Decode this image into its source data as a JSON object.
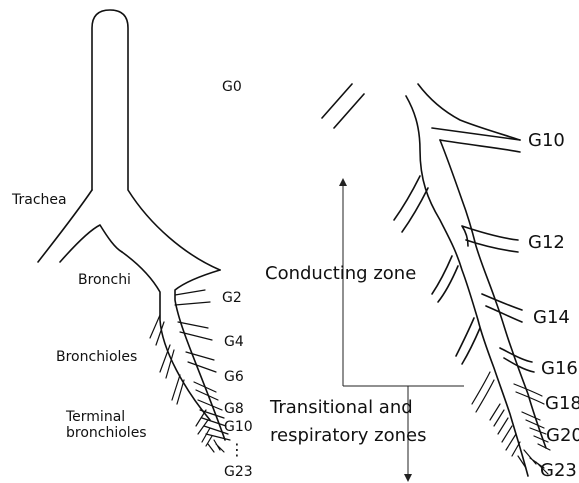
{
  "left_panel": {
    "generation_top": "G0",
    "labels": {
      "trachea": "Trachea",
      "bronchi": "Bronchi",
      "bronchioles": "Bronchioles",
      "terminal_line1": "Terminal",
      "terminal_line2": "bronchioles"
    },
    "generations": {
      "g2": "G2",
      "g4": "G4",
      "g6": "G6",
      "g8": "G8",
      "g10": "G10",
      "dots": "⋮",
      "g23": "G23"
    }
  },
  "right_panel": {
    "generations": {
      "g10": "G10",
      "g12": "G12",
      "g14": "G14",
      "g16": "G16",
      "g18": "G18",
      "g20": "G20",
      "g23": "G23"
    },
    "zones": {
      "conducting": "Conducting zone",
      "transitional_line1": "Transitional and",
      "transitional_line2": "respiratory zones"
    }
  }
}
